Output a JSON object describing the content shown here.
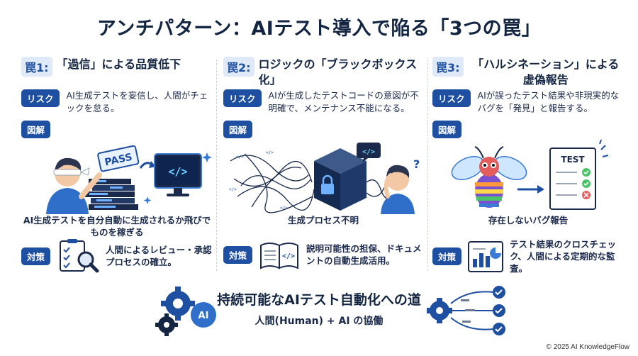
{
  "title": "アンチパターン：AIテスト導入で陥る「3つの罠」",
  "labels": {
    "risk": "リスク",
    "figure": "図解",
    "measure": "対策"
  },
  "traps": [
    {
      "badge": "罠1:",
      "title": "「過信」による品質低下",
      "risk": "AI生成テストを妄信し、人間がチェックを怠る。",
      "figure_tag": "PASS",
      "caption": "AI生成テストを自分自動に生成されるか飛びでものを稼ぎる",
      "measure": "人間によるレビュー・承認プロセスの確立。"
    },
    {
      "badge": "罠2:",
      "title": "ロジックの「ブラックボックス化」",
      "risk": "AIが生成したテストコードの意図が不明確で、メンテナンス不能になる。",
      "figure_tag": "</>",
      "caption": "生成プロセス不明",
      "measure": "説明可能性の担保、ドキュメントの自動生成活用。"
    },
    {
      "badge": "罠3:",
      "title": "「ハルシネーション」による虚偽報告",
      "risk": "AIが誤ったテスト結果や非現実的なバグを「発見」と報告する。",
      "figure_tag": "TEST",
      "caption": "存在しないバグ報告",
      "measure": "テスト結果のクロスチェック、人間による定期的な監査。"
    }
  ],
  "bottom": {
    "title": "持続可能なAIテスト自動化への道",
    "subtitle": "人間(Human) + AI の協働",
    "gear_label": "AI"
  },
  "copyright": "© 2025 AI KnowledgeFlow",
  "colors": {
    "primary": "#1e4fa0",
    "dark": "#142542",
    "light": "#dfe9f7"
  }
}
